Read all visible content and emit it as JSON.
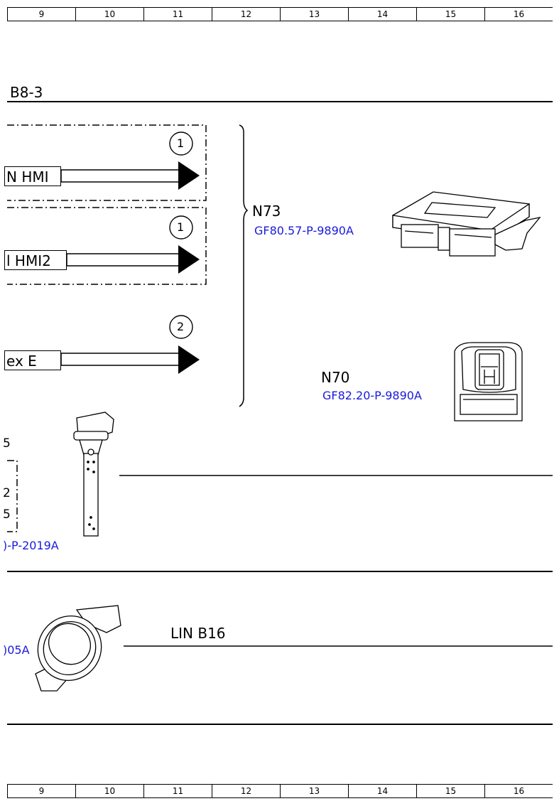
{
  "ruler_top": [
    "9",
    "10",
    "11",
    "12",
    "13",
    "14",
    "15",
    "16"
  ],
  "ruler_bottom": [
    "9",
    "10",
    "11",
    "12",
    "13",
    "14",
    "15",
    "16"
  ],
  "section_title": "B8-3",
  "signals": [
    {
      "label": "N HMI",
      "circle": "1"
    },
    {
      "label": "l HMI2",
      "circle": "1"
    },
    {
      "label": "ex E",
      "circle": "2"
    }
  ],
  "components": {
    "n73": {
      "name": "N73",
      "ref": "GF80.57-P-9890A"
    },
    "n70": {
      "name": "N70",
      "ref": "GF82.20-P-9890A"
    },
    "sensor_ref": ")-P-2019A",
    "dashed_digits": [
      "5",
      "2",
      "5"
    ],
    "sensor2_ref": ")05A",
    "lin": "LIN B16"
  }
}
